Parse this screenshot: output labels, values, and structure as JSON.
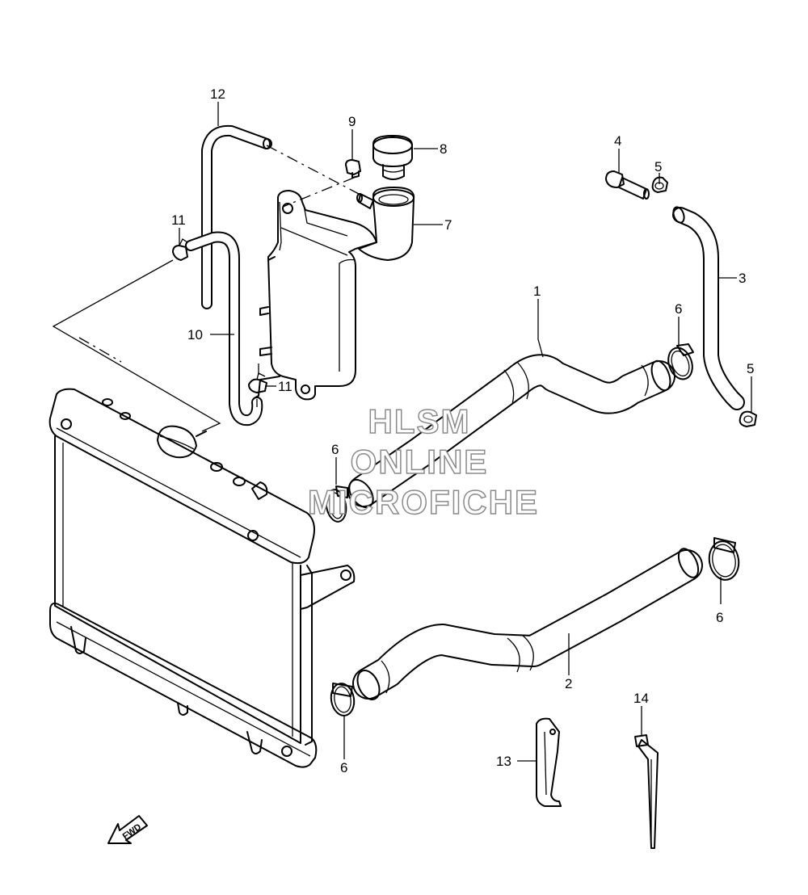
{
  "callouts": {
    "c1": "1",
    "c2": "2",
    "c3": "3",
    "c4": "4",
    "c5a": "5",
    "c5b": "5",
    "c6a": "6",
    "c6b": "6",
    "c6c": "6",
    "c6d": "6",
    "c7": "7",
    "c8": "8",
    "c9": "9",
    "c10": "10",
    "c11a": "11",
    "c11b": "11",
    "c12": "12",
    "c13": "13",
    "c14": "14"
  },
  "watermark": {
    "line1": "HLSM",
    "line2": "ONLINE",
    "line3": "MICROFICHE"
  },
  "fwd_label": "FWD",
  "colors": {
    "line": "#000000",
    "watermark_outline": "#8a8a8a",
    "background": "#ffffff"
  }
}
